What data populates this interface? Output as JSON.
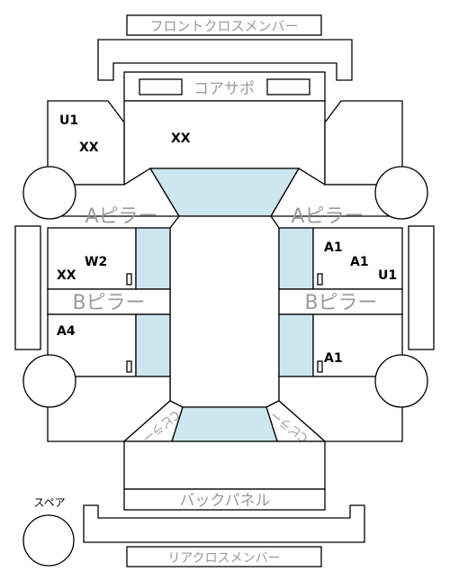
{
  "labels": {
    "front_cross_member": "フロントクロスメンバー",
    "core_support": "コアサポ",
    "a_pillar_left": "Aピラー",
    "a_pillar_right": "Aピラー",
    "b_pillar_left": "Bピラー",
    "b_pillar_right": "Bピラー",
    "back_panel": "バックパネル",
    "rear_cross_member": "リアクロスメンバー",
    "spare": "スペア",
    "c_pillar_left": "Cピラー",
    "c_pillar_right": "Cピラー"
  },
  "codes": {
    "front_left_fender_1": "U1",
    "front_left_fender_2": "XX",
    "hood": "XX",
    "front_left_door_1": "W2",
    "front_left_door_2": "XX",
    "rear_left_door": "A4",
    "front_right_door_1": "A1",
    "front_right_door_2": "A1",
    "front_right_door_3": "U1",
    "rear_right_door": "A1"
  }
}
